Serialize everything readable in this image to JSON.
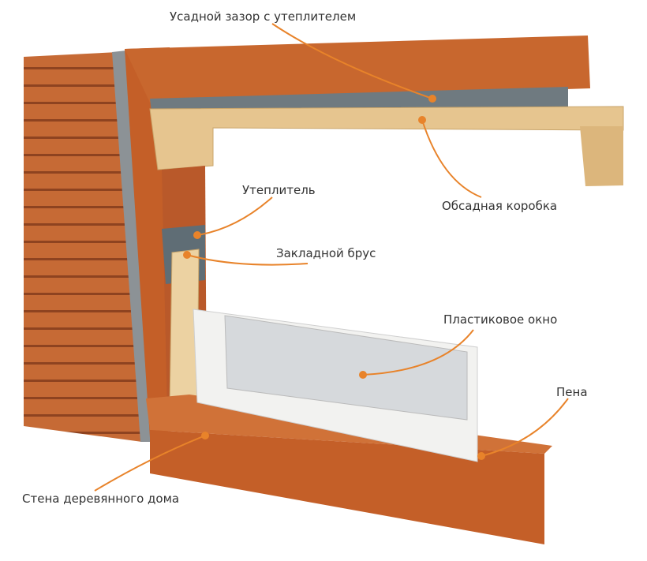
{
  "labels": {
    "shrinkage_gap": "Усадной зазор с утеплителем",
    "casing_box": "Обсадная коробка",
    "insulation": "Утеплитель",
    "embedded_beam": "Закладной брус",
    "plastic_window": "Пластиковое окно",
    "foam": "Пена",
    "wooden_wall": "Стена деревянного дома"
  },
  "colors": {
    "leader": "#e8832a",
    "wood": "#c8672e",
    "casing": "#e6c58f",
    "insulation": "#6f7a80"
  }
}
